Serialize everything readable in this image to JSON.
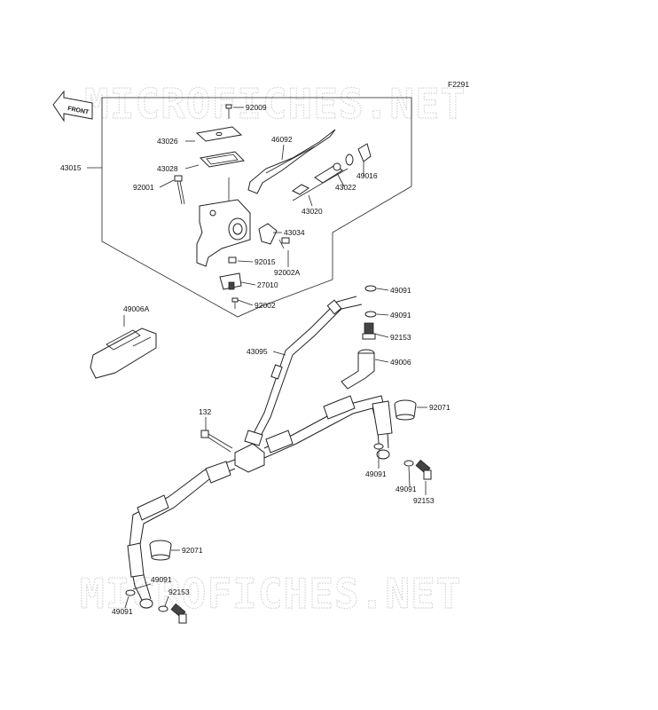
{
  "diagram": {
    "code": "F2291",
    "front_label": "FRONT",
    "watermark": "MICROFICHES.NET",
    "parts": [
      {
        "id": "92009"
      },
      {
        "id": "43026"
      },
      {
        "id": "46092"
      },
      {
        "id": "43028"
      },
      {
        "id": "43015"
      },
      {
        "id": "92001"
      },
      {
        "id": "49016"
      },
      {
        "id": "43022"
      },
      {
        "id": "43020"
      },
      {
        "id": "43034"
      },
      {
        "id": "92015"
      },
      {
        "id": "92002A"
      },
      {
        "id": "27010"
      },
      {
        "id": "92002"
      },
      {
        "id": "49006A"
      },
      {
        "id": "49091"
      },
      {
        "id": "49091"
      },
      {
        "id": "92153"
      },
      {
        "id": "43095"
      },
      {
        "id": "49006"
      },
      {
        "id": "132"
      },
      {
        "id": "92071"
      },
      {
        "id": "49091"
      },
      {
        "id": "49091"
      },
      {
        "id": "92153"
      },
      {
        "id": "92071"
      },
      {
        "id": "49091"
      },
      {
        "id": "92153"
      },
      {
        "id": "49091"
      }
    ]
  }
}
